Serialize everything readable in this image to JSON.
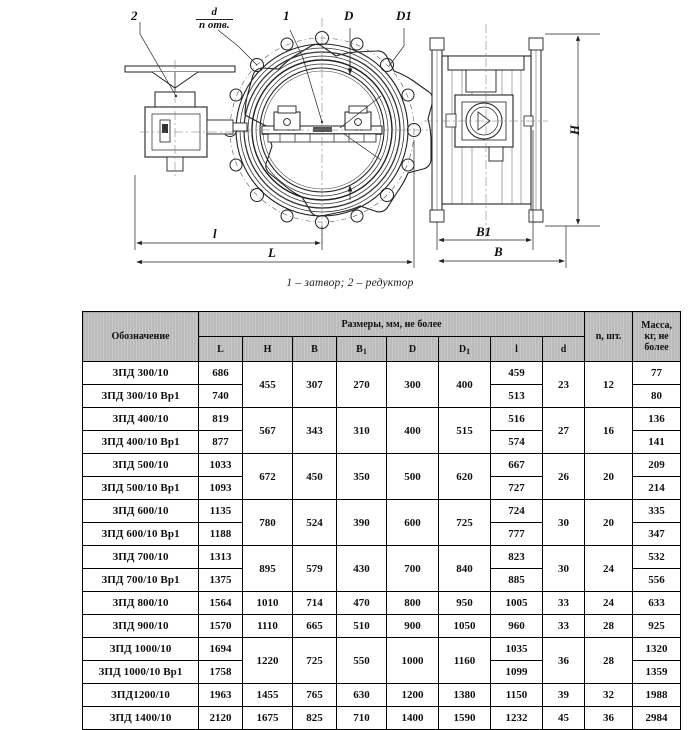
{
  "drawing": {
    "caption": "1 – затвор; 2 – редуктор",
    "labels": {
      "gearbox": "2",
      "hole_dia": "d",
      "hole_count": "n отв.",
      "valve": "1",
      "D": "D",
      "D1": "D1",
      "l_small": "l",
      "L_big": "L",
      "B1": "B1",
      "B": "B",
      "H": "H"
    }
  },
  "table": {
    "header": {
      "designation": "Обозначение",
      "dimensions_group": "Размеры, мм, не более",
      "n_count": "n, шт.",
      "mass_line1": "Масса,",
      "mass_line2": "кг, не",
      "mass_line3": "более",
      "cols": [
        "L",
        "H",
        "B",
        "B",
        "D",
        "D",
        "l",
        "d"
      ],
      "col_L": "L",
      "col_H": "H",
      "col_B": "B",
      "col_B1_base": "B",
      "col_B1_sub": "1",
      "col_D": "D",
      "col_D1_base": "D",
      "col_D1_sub": "1",
      "col_l": "l",
      "col_d": "d"
    },
    "groups": [
      {
        "H": "455",
        "B": "307",
        "B1": "270",
        "D": "300",
        "D1": "400",
        "d": "23",
        "n": "12",
        "rows": [
          {
            "designation": "ЗПД 300/10",
            "L": "686",
            "l": "459",
            "mass": "77"
          },
          {
            "designation": "ЗПД 300/10 Вр1",
            "L": "740",
            "l": "513",
            "mass": "80"
          }
        ]
      },
      {
        "H": "567",
        "B": "343",
        "B1": "310",
        "D": "400",
        "D1": "515",
        "d": "27",
        "n": "16",
        "rows": [
          {
            "designation": "ЗПД 400/10",
            "L": "819",
            "l": "516",
            "mass": "136"
          },
          {
            "designation": "ЗПД 400/10 Вр1",
            "L": "877",
            "l": "574",
            "mass": "141"
          }
        ]
      },
      {
        "H": "672",
        "B": "450",
        "B1": "350",
        "D": "500",
        "D1": "620",
        "d": "26",
        "n": "20",
        "rows": [
          {
            "designation": "ЗПД 500/10",
            "L": "1033",
            "l": "667",
            "mass": "209"
          },
          {
            "designation": "ЗПД 500/10 Вр1",
            "L": "1093",
            "l": "727",
            "mass": "214"
          }
        ]
      },
      {
        "H": "780",
        "B": "524",
        "B1": "390",
        "D": "600",
        "D1": "725",
        "d": "30",
        "n": "20",
        "rows": [
          {
            "designation": "ЗПД 600/10",
            "L": "1135",
            "l": "724",
            "mass": "335"
          },
          {
            "designation": "ЗПД 600/10 Вр1",
            "L": "1188",
            "l": "777",
            "mass": "347"
          }
        ]
      },
      {
        "H": "895",
        "B": "579",
        "B1": "430",
        "D": "700",
        "D1": "840",
        "d": "30",
        "n": "24",
        "rows": [
          {
            "designation": "ЗПД 700/10",
            "L": "1313",
            "l": "823",
            "mass": "532"
          },
          {
            "designation": "ЗПД 700/10 Вр1",
            "L": "1375",
            "l": "885",
            "mass": "556"
          }
        ]
      }
    ],
    "single_rows": [
      {
        "designation": "ЗПД 800/10",
        "L": "1564",
        "H": "1010",
        "B": "714",
        "B1": "470",
        "D": "800",
        "D1": "950",
        "l": "1005",
        "d": "33",
        "n": "24",
        "mass": "633"
      },
      {
        "designation": "ЗПД 900/10",
        "L": "1570",
        "H": "1110",
        "B": "665",
        "B1": "510",
        "D": "900",
        "D1": "1050",
        "l": "960",
        "d": "33",
        "n": "28",
        "mass": "925"
      }
    ],
    "group_1000": {
      "H": "1220",
      "B": "725",
      "B1": "550",
      "D": "1000",
      "D1": "1160",
      "d": "36",
      "n": "28",
      "rows": [
        {
          "designation": "ЗПД 1000/10",
          "L": "1694",
          "l": "1035",
          "mass": "1320"
        },
        {
          "designation": "ЗПД 1000/10 Вр1",
          "L": "1758",
          "l": "1099",
          "mass": "1359"
        }
      ]
    },
    "tail_rows": [
      {
        "designation": "ЗПД1200/10",
        "L": "1963",
        "H": "1455",
        "B": "765",
        "B1": "630",
        "D": "1200",
        "D1": "1380",
        "l": "1150",
        "d": "39",
        "n": "32",
        "mass": "1988"
      },
      {
        "designation": "ЗПД 1400/10",
        "L": "2120",
        "H": "1675",
        "B": "825",
        "B1": "710",
        "D": "1400",
        "D1": "1590",
        "l": "1232",
        "d": "45",
        "n": "36",
        "mass": "2984"
      }
    ]
  }
}
